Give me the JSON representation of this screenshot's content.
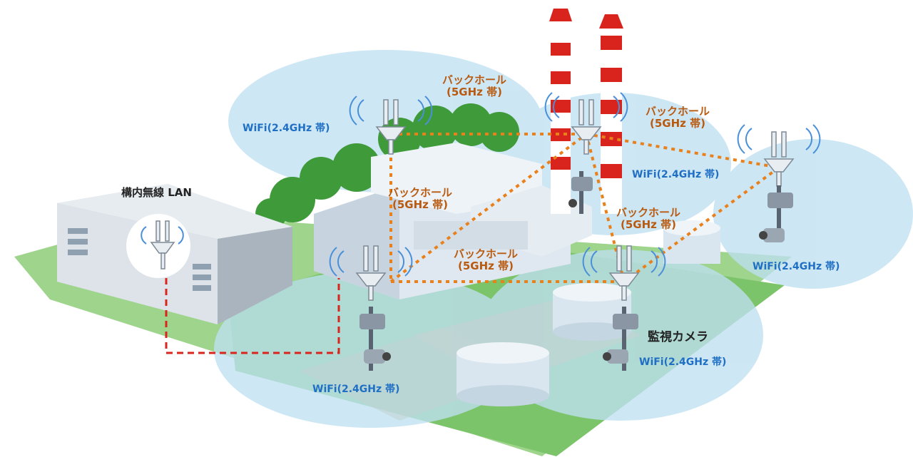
{
  "labels": {
    "indoor_lan": "構内無線 LAN",
    "backhaul_top": [
      "バックホール",
      "(5GHz 帯)"
    ],
    "backhaul_right": [
      "バックホール",
      "(5GHz 帯)"
    ],
    "backhaul_mid_left": [
      "バックホール",
      "(5GHz 帯)"
    ],
    "backhaul_mid_right": [
      "バックホール",
      "(5GHz 帯)"
    ],
    "backhaul_bottom": [
      "バックホール",
      "(5GHz 帯)"
    ],
    "wifi_top_left": "WiFi(2.4GHz 帯)",
    "wifi_center": "WiFi(2.4GHz 帯)",
    "wifi_right": "WiFi(2.4GHz 帯)",
    "wifi_bottom_left": "WiFi(2.4GHz 帯)",
    "wifi_bottom_right": "WiFi(2.4GHz 帯)",
    "camera": "監視カメラ"
  },
  "colors": {
    "coverage": "#bfe0f2",
    "ground": "#7cc46a",
    "backhaul_line": "#e8801c",
    "wired_line": "#d9251c",
    "stack_red": "#d8241c",
    "trees": "#3f9a3a"
  },
  "icons": [
    "access-point-icon",
    "camera-icon",
    "signal-wave-icon",
    "chimney-icon",
    "tank-icon",
    "warehouse-icon"
  ]
}
